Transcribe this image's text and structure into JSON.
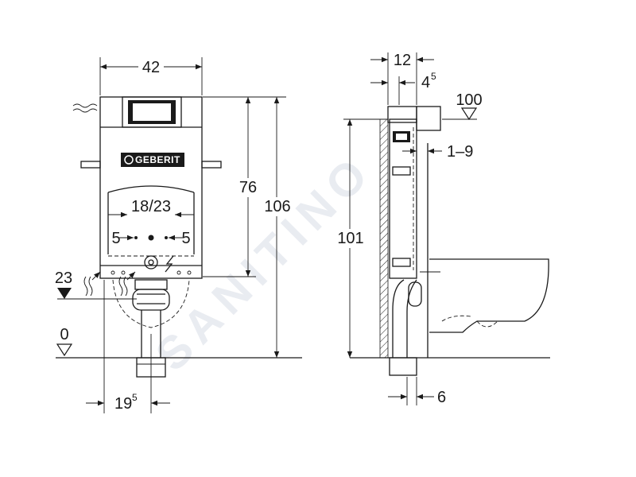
{
  "watermark": "SANITINO",
  "front_view": {
    "brand_logo": "GEBERIT",
    "dim_width": "42",
    "dim_frame_height": "76",
    "dim_total_height": "106",
    "dim_button_height": "18/23",
    "dim_left_offset": "5",
    "dim_right_offset": "5",
    "dim_inlet_height": "23",
    "dim_floor": "0",
    "dim_drain_offset": "19",
    "dim_drain_offset_sup": "5"
  },
  "side_view": {
    "dim_depth": "12",
    "dim_offset": "4",
    "dim_offset_sup": "5",
    "dim_top_level": "100",
    "dim_adjust": "1–9",
    "dim_height": "101",
    "dim_bottom": "6"
  }
}
